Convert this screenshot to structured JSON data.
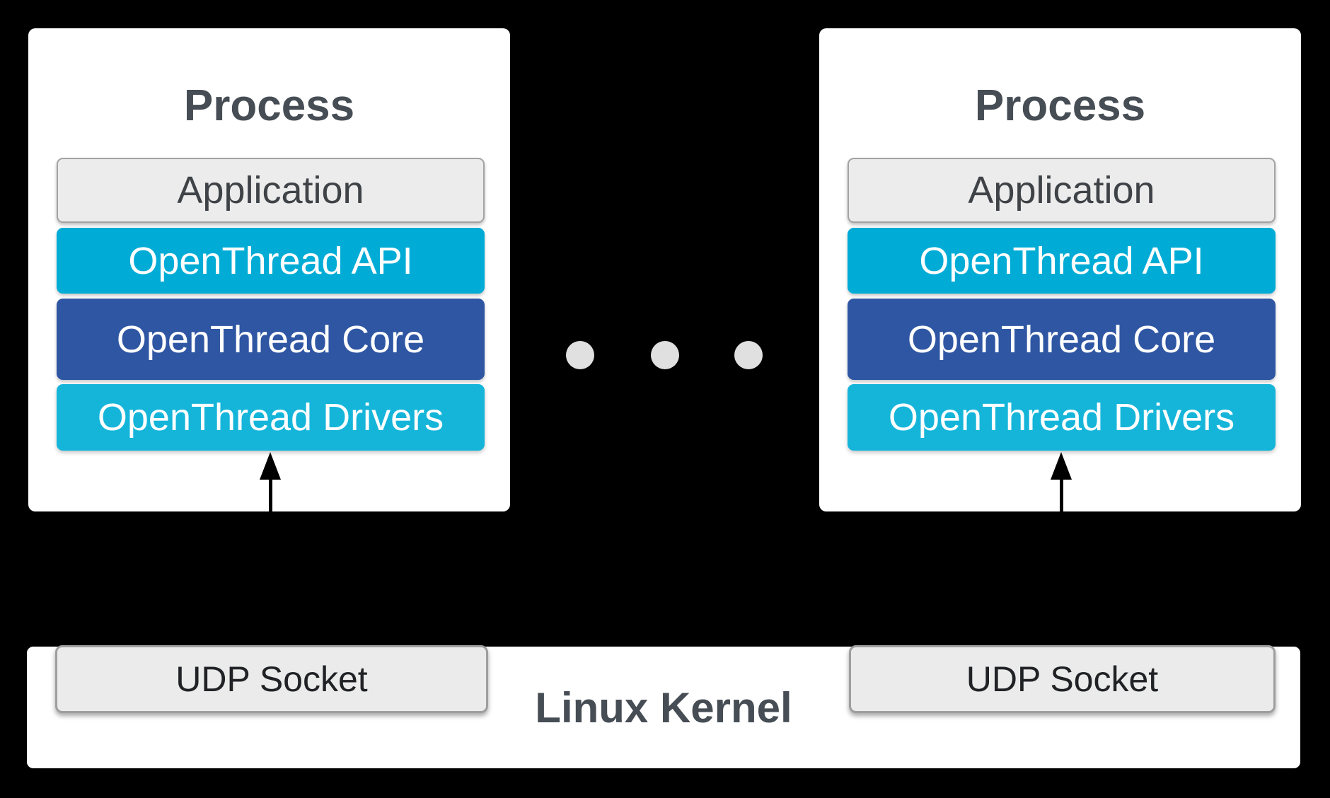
{
  "colors": {
    "background": "#000000",
    "process_fill": "#FFFFFF",
    "application_fill": "#ECECEC",
    "application_border": "#A3A3A3",
    "api_fill": "#00ACD6",
    "core_fill": "#2F56A3",
    "drivers_fill": "#15B5DA",
    "udp_fill": "#EBEBEB",
    "udp_border": "#9E9E9E",
    "kernel_fill": "#FFFFFF",
    "dot_color": "#E0E0E0",
    "title_text": "#464D54",
    "layer_text_light": "#FFFFFF",
    "application_text": "#3F4347",
    "udp_text": "#202225",
    "arrow_color": "#000000"
  },
  "processes": [
    {
      "title": "Process",
      "layers": [
        {
          "label": "Application"
        },
        {
          "label": "OpenThread API"
        },
        {
          "label": "OpenThread Core"
        },
        {
          "label": "OpenThread Drivers"
        }
      ]
    },
    {
      "title": "Process",
      "layers": [
        {
          "label": "Application"
        },
        {
          "label": "OpenThread API"
        },
        {
          "label": "OpenThread Core"
        },
        {
          "label": "OpenThread Drivers"
        }
      ]
    }
  ],
  "ellipsis": {
    "dot_count": 3
  },
  "kernel": {
    "label": "Linux Kernel",
    "sockets": [
      {
        "label": "UDP Socket"
      },
      {
        "label": "UDP Socket"
      }
    ]
  }
}
